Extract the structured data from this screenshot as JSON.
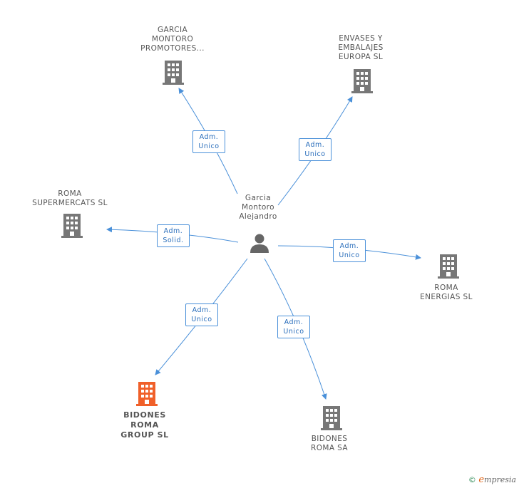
{
  "diagram": {
    "center": {
      "name_lines": [
        "Garcia",
        "Montoro",
        "Alejandro"
      ],
      "icon": "person-icon"
    },
    "companies": [
      {
        "id": "garcia",
        "name_lines": [
          "GARCIA",
          "MONTORO",
          "PROMOTORES..."
        ],
        "role_lines": [
          "Adm.",
          "Unico"
        ],
        "color": "#777777"
      },
      {
        "id": "envases",
        "name_lines": [
          "ENVASES Y",
          "EMBALAJES",
          "EUROPA SL"
        ],
        "role_lines": [
          "Adm.",
          "Unico"
        ],
        "color": "#777777"
      },
      {
        "id": "roma-super",
        "name_lines": [
          "ROMA",
          "SUPERMERCATS SL"
        ],
        "role_lines": [
          "Adm.",
          "Solid."
        ],
        "color": "#777777"
      },
      {
        "id": "roma-energias",
        "name_lines": [
          "ROMA",
          "ENERGIAS SL"
        ],
        "role_lines": [
          "Adm.",
          "Unico"
        ],
        "color": "#777777"
      },
      {
        "id": "bidones-group",
        "name_lines": [
          "BIDONES",
          "ROMA",
          "GROUP SL"
        ],
        "role_lines": [
          "Adm.",
          "Unico"
        ],
        "color": "#f0602a",
        "highlight": true
      },
      {
        "id": "bidones-sa",
        "name_lines": [
          "BIDONES",
          "ROMA SA"
        ],
        "role_lines": [
          "Adm.",
          "Unico"
        ],
        "color": "#777777"
      }
    ],
    "line_color": "#4a90d9"
  },
  "footer": {
    "copyright": "©",
    "brand_initial": "e",
    "brand_rest": "mpresia"
  }
}
